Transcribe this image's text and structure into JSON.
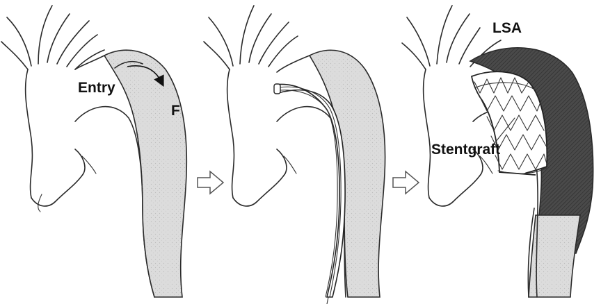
{
  "labels": {
    "entry": "Entry",
    "false_lumen": "F",
    "stentgraft": "Stentgraft",
    "lsa": "LSA"
  },
  "colors": {
    "false_lumen_fill": "#dcdcdc",
    "thrombosed_false_lumen_fill": "#4a4a4a",
    "outline": "#2a2a2a",
    "arrow_outline": "#555555",
    "background": "#ffffff"
  },
  "icons": {
    "step_arrow": "outlined-right-arrow",
    "flow_arrow": "curved-black-arrow"
  }
}
